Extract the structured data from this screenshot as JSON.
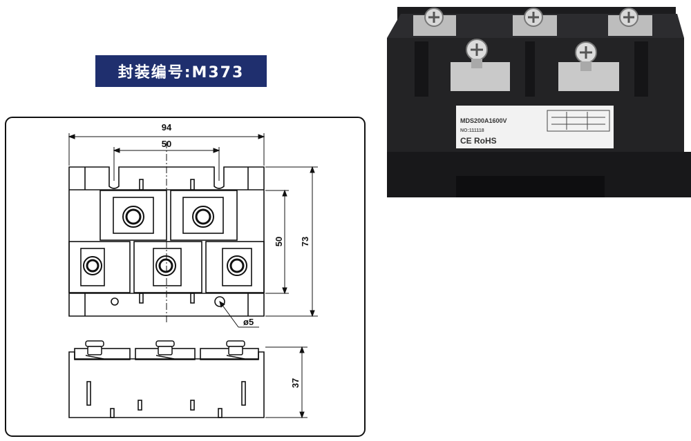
{
  "header": {
    "package_label": "封装编号:M373"
  },
  "dimensions": {
    "overall_width": "94",
    "slot_span": "50",
    "inner_height": "50",
    "overall_height": "73",
    "hole_diameter": "ø5",
    "side_height": "37"
  },
  "product_label": {
    "model": "MDS200A1600V",
    "serial": "NO:111118",
    "cert": "CE RoHS"
  },
  "colors": {
    "badge_bg": "#1f2f6e",
    "module_body": "#1c1c1e",
    "terminal_metal": "#c9c9c9"
  }
}
